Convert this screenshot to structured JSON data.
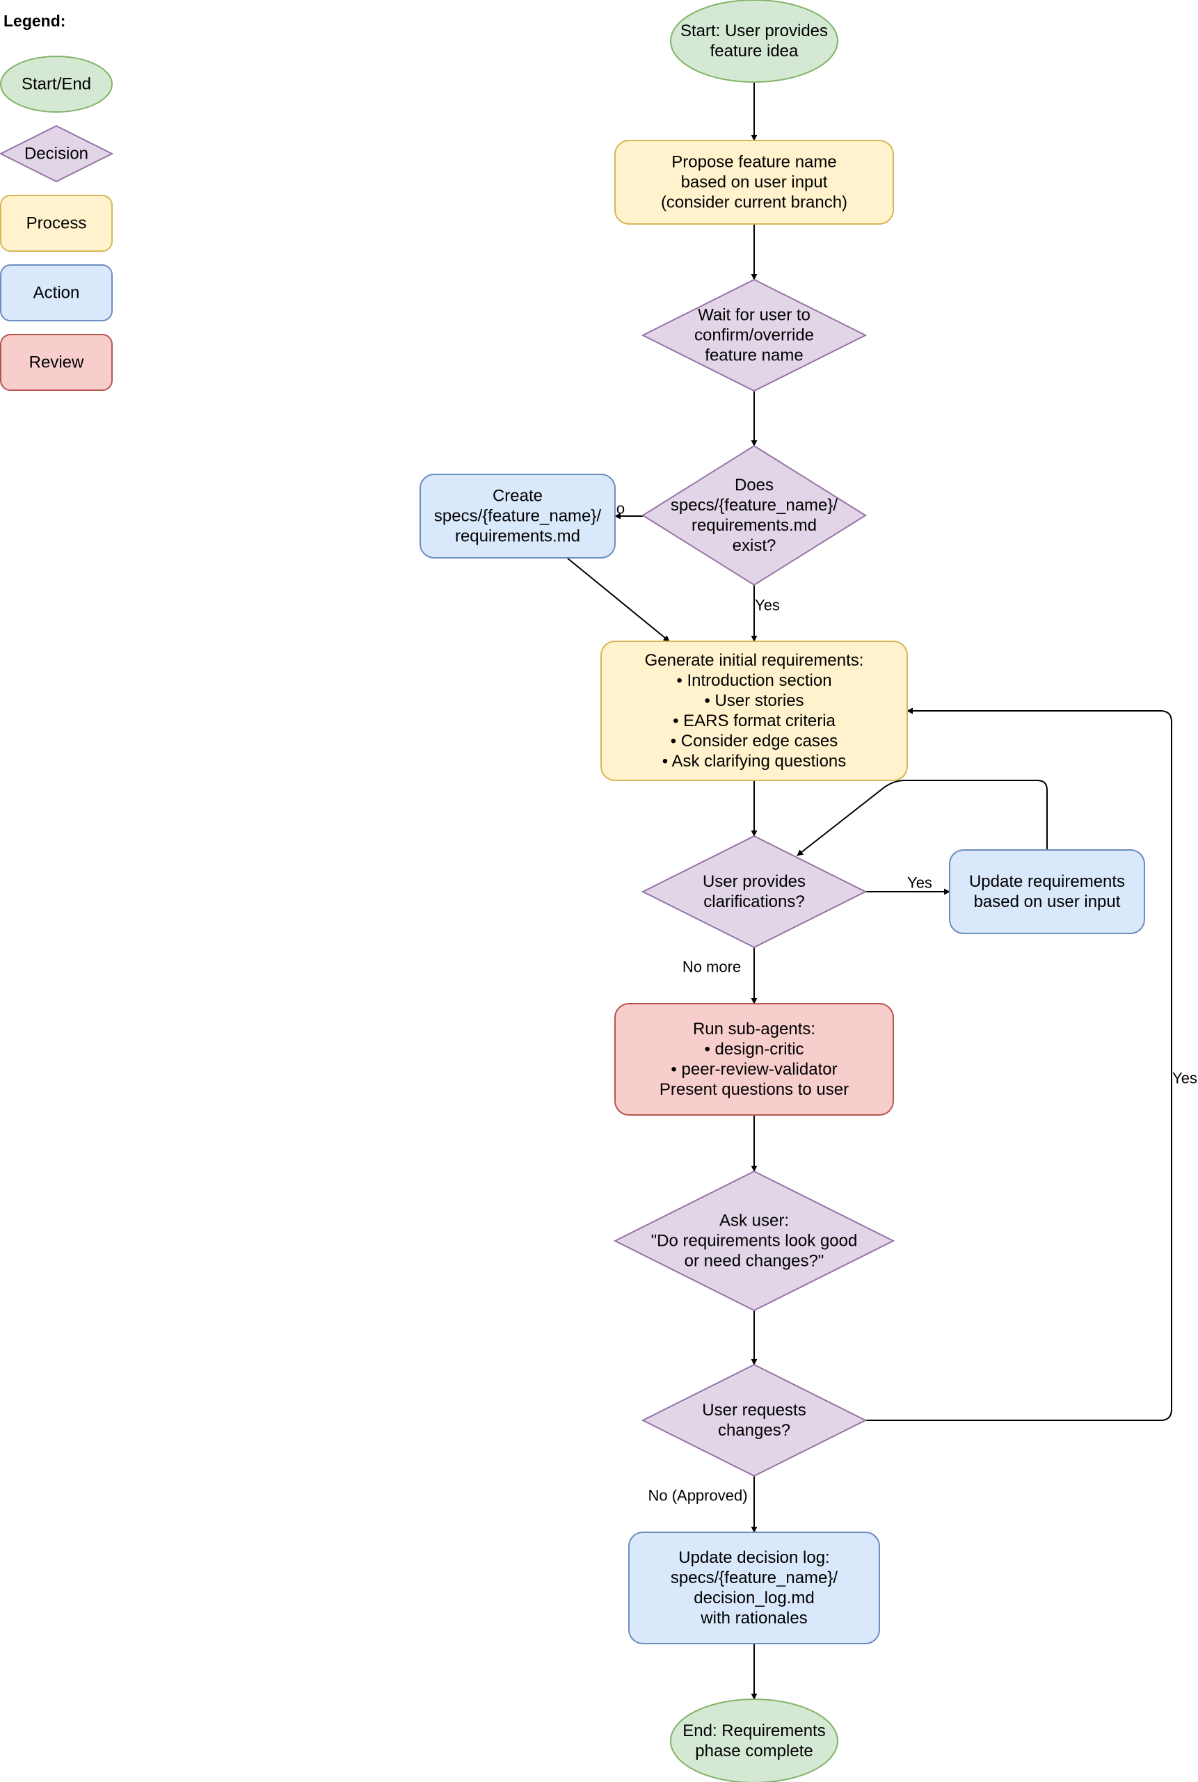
{
  "legend": {
    "title": "Legend:",
    "items": [
      {
        "id": "start-end",
        "label": "Start/End",
        "shape": "ellipse",
        "fill": "#d5e8d4",
        "stroke": "#82b366"
      },
      {
        "id": "decision",
        "label": "Decision",
        "shape": "diamond",
        "fill": "#e1d5e7",
        "stroke": "#9673a6"
      },
      {
        "id": "process",
        "label": "Process",
        "shape": "rect",
        "fill": "#fff2cc",
        "stroke": "#d6b656"
      },
      {
        "id": "action",
        "label": "Action",
        "shape": "rect",
        "fill": "#dae8fc",
        "stroke": "#6c8ebf"
      },
      {
        "id": "review",
        "label": "Review",
        "shape": "rect",
        "fill": "#f8cecc",
        "stroke": "#b85450"
      }
    ]
  },
  "nodes": [
    {
      "id": "start",
      "type": "start-end",
      "lines": [
        "Start: User provides",
        "feature idea"
      ]
    },
    {
      "id": "propose-name",
      "type": "process",
      "lines": [
        "Propose feature name",
        "based on user input",
        "(consider current branch)"
      ]
    },
    {
      "id": "wait-confirm",
      "type": "decision",
      "lines": [
        "Wait for user to",
        "confirm/override",
        "feature name"
      ]
    },
    {
      "id": "file-exists",
      "type": "decision",
      "lines": [
        "Does",
        "specs/{feature_name}/",
        "requirements.md",
        "exist?"
      ]
    },
    {
      "id": "create-file",
      "type": "action",
      "lines": [
        "Create",
        "specs/{feature_name}/",
        "requirements.md"
      ]
    },
    {
      "id": "generate-reqs",
      "type": "process",
      "lines": [
        "Generate initial requirements:",
        "• Introduction section",
        "• User stories",
        "• EARS format criteria",
        "• Consider edge cases",
        "• Ask clarifying questions"
      ]
    },
    {
      "id": "clarifications",
      "type": "decision",
      "lines": [
        "User provides",
        "clarifications?"
      ]
    },
    {
      "id": "update-reqs",
      "type": "action",
      "lines": [
        "Update requirements",
        "based on user input"
      ]
    },
    {
      "id": "run-subagents",
      "type": "review",
      "lines": [
        "Run sub-agents:",
        "• design-critic",
        "• peer-review-validator",
        "Present questions to user"
      ]
    },
    {
      "id": "ask-user",
      "type": "decision",
      "lines": [
        "Ask user:",
        "\"Do requirements look good",
        "or need changes?\""
      ]
    },
    {
      "id": "requests-changes",
      "type": "decision",
      "lines": [
        "User requests",
        "changes?"
      ]
    },
    {
      "id": "update-log",
      "type": "action",
      "lines": [
        "Update decision log:",
        "specs/{feature_name}/",
        "decision_log.md",
        "with rationales"
      ]
    },
    {
      "id": "end",
      "type": "start-end",
      "lines": [
        "End: Requirements",
        "phase complete"
      ]
    }
  ],
  "edges": [
    {
      "id": "start-to-propose",
      "from": "start",
      "to": "propose-name",
      "label": ""
    },
    {
      "id": "propose-to-wait",
      "from": "propose-name",
      "to": "wait-confirm",
      "label": ""
    },
    {
      "id": "wait-to-exists",
      "from": "wait-confirm",
      "to": "file-exists",
      "label": ""
    },
    {
      "id": "exists-no",
      "from": "file-exists",
      "to": "create-file",
      "label": "No"
    },
    {
      "id": "exists-yes",
      "from": "file-exists",
      "to": "generate-reqs",
      "label": "Yes"
    },
    {
      "id": "create-to-generate",
      "from": "create-file",
      "to": "generate-reqs",
      "label": ""
    },
    {
      "id": "generate-to-clarify",
      "from": "generate-reqs",
      "to": "clarifications",
      "label": ""
    },
    {
      "id": "clarify-yes",
      "from": "clarifications",
      "to": "update-reqs",
      "label": "Yes"
    },
    {
      "id": "update-loop",
      "from": "update-reqs",
      "to": "clarifications",
      "label": ""
    },
    {
      "id": "clarify-no-more",
      "from": "clarifications",
      "to": "run-subagents",
      "label": "No more"
    },
    {
      "id": "subagents-to-ask",
      "from": "run-subagents",
      "to": "ask-user",
      "label": ""
    },
    {
      "id": "ask-to-requests",
      "from": "ask-user",
      "to": "requests-changes",
      "label": ""
    },
    {
      "id": "requests-yes",
      "from": "requests-changes",
      "to": "generate-reqs",
      "label": "Yes"
    },
    {
      "id": "requests-no",
      "from": "requests-changes",
      "to": "update-log",
      "label": "No (Approved)"
    },
    {
      "id": "log-to-end",
      "from": "update-log",
      "to": "end",
      "label": ""
    }
  ]
}
